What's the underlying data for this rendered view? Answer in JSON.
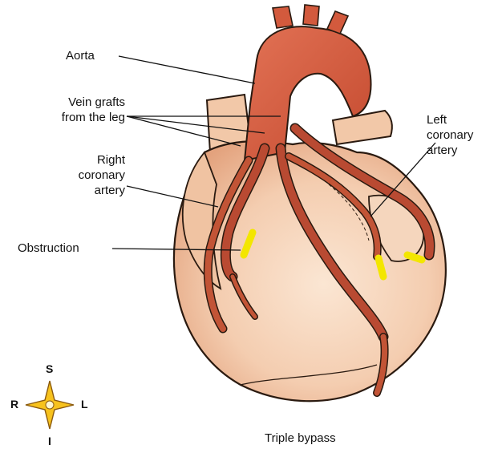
{
  "labels": {
    "aorta": "Aorta",
    "vein_grafts_line1": "Vein grafts",
    "vein_grafts_line2": "from the leg",
    "right_coronary_line1": "Right",
    "right_coronary_line2": "coronary",
    "right_coronary_line3": "artery",
    "obstruction": "Obstruction",
    "left_coronary_line1": "Left",
    "left_coronary_line2": "coronary",
    "left_coronary_line3": "artery"
  },
  "compass": {
    "superior": "S",
    "inferior": "I",
    "right": "R",
    "left": "L"
  },
  "caption": "Triple bypass",
  "colors": {
    "heart_fill": "#f7d3b5",
    "heart_shade": "#e9b08a",
    "heart_outline": "#2a1a10",
    "vessel": "#b94a32",
    "vessel_dark": "#8e2f1d",
    "aorta": "#d35a3d",
    "obstruction": "#f3e600",
    "compass_yellow": "#f7c21d"
  }
}
